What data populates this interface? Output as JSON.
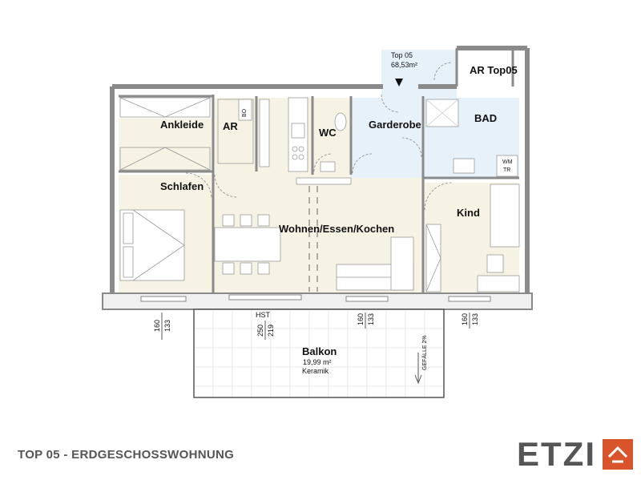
{
  "rooms": {
    "ankleide": "Ankleide",
    "ar": "AR",
    "wc": "WC",
    "garderobe": "Garderobe",
    "bad": "BAD",
    "ar_top": "AR Top05",
    "schlafen": "Schlafen",
    "wohnen": "Wohnen/Essen/Kochen",
    "kind": "Kind",
    "balkon": "Balkon"
  },
  "entry": {
    "unit": "Top 05",
    "area": "68,53m²"
  },
  "balkon_info": {
    "area": "19,99 m²",
    "floor": "Keramik",
    "slope": "GEFÄLLE 2%"
  },
  "fixtures": {
    "boiler": "BO",
    "wm": "WM",
    "tr": "TR",
    "hst": "HST"
  },
  "dims": [
    {
      "top": "160",
      "bottom": "133"
    },
    {
      "top": "250",
      "bottom": "219"
    },
    {
      "top": "160",
      "bottom": "133"
    },
    {
      "top": "160",
      "bottom": "133"
    }
  ],
  "footer": {
    "title": "TOP 05 - ERDGESCHOSSWOHNUNG",
    "logo": "ETZI"
  },
  "colors": {
    "living": "#f6f3e4",
    "entry": "#e6f1fa",
    "wall": "#8a8a8a",
    "accent": "#d9532b",
    "text": "#555555"
  }
}
